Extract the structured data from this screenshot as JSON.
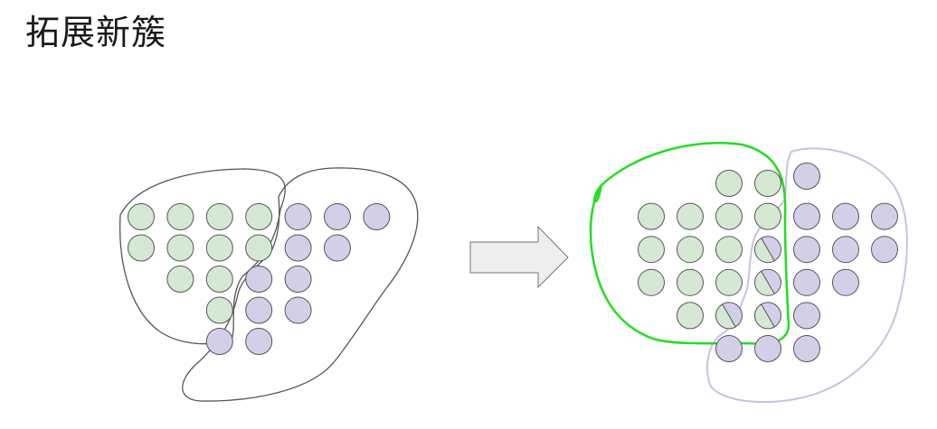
{
  "slide": {
    "title": "拓展新簇"
  },
  "colors": {
    "background": "#ffffff",
    "green_fill": "#d5e8d4",
    "purple_fill": "#d4cfe9",
    "dot_stroke": "#555555",
    "before_outline": "#555555",
    "new_cluster_outline": "#22dd22",
    "purple_cluster_outline": "#c8c2df",
    "arrow_fill": "#eeeeee",
    "arrow_stroke": "#777777"
  },
  "before": {
    "rows": [
      [
        "green",
        "green",
        "green",
        "green",
        "purple",
        "purple",
        "purple"
      ],
      [
        "green",
        "green",
        "green",
        "green",
        "purple",
        "purple"
      ],
      [
        "green",
        "green",
        "purple",
        "purple"
      ],
      [
        "green",
        "purple",
        "purple"
      ],
      [
        "purple",
        "purple"
      ]
    ]
  },
  "arrow": {
    "icon": "right-arrow-icon"
  },
  "after": {
    "rows": [
      [
        "green",
        "green",
        "purple"
      ],
      [
        "green",
        "green",
        "green",
        "green",
        "purple",
        "purple",
        "purple"
      ],
      [
        "green",
        "green",
        "green",
        "split",
        "purple",
        "purple",
        "purple"
      ],
      [
        "green",
        "green",
        "green",
        "split",
        "purple",
        "purple"
      ],
      [
        "green",
        "split",
        "split",
        "purple"
      ],
      [
        "purple",
        "purple",
        "purple"
      ]
    ]
  }
}
